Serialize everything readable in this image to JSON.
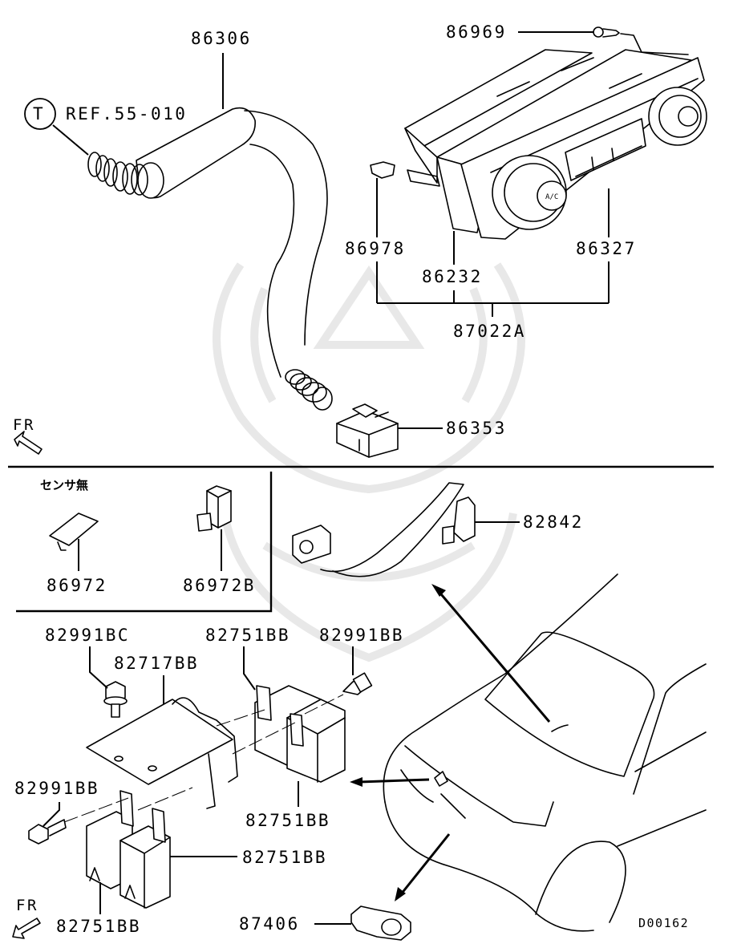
{
  "diagram": {
    "type": "exploded-parts-diagram",
    "diagram_code": "D00162",
    "reference": {
      "symbol": "T",
      "text": "REF.55-010"
    },
    "direction_marker": "FR",
    "note_jp": "センサ無",
    "colors": {
      "ink": "#000000",
      "background": "#ffffff",
      "watermark": "#e8e8e8"
    }
  },
  "parts": {
    "p86306": "86306",
    "p86969": "86969",
    "p86978": "86978",
    "p86232": "86232",
    "p86327": "86327",
    "p87022A": "87022A",
    "p86353": "86353",
    "p86972": "86972",
    "p86972B": "86972B",
    "p82842": "82842",
    "p82991BC": "82991BC",
    "p82717BB": "82717BB",
    "p82751BB_top": "82751BB",
    "p82991BB_top": "82991BB",
    "p82991BB_left": "82991BB",
    "p82751BB_right": "82751BB",
    "p82751BB_mid": "82751BB",
    "p82751BB_bottom": "82751BB",
    "p87406": "87406"
  }
}
